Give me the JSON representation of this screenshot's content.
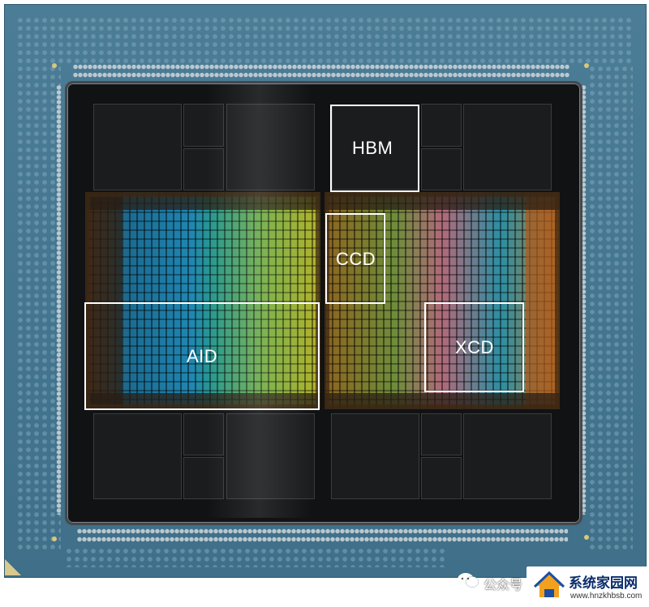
{
  "labels": {
    "hbm": "HBM",
    "ccd": "CCD",
    "aid": "AID",
    "xcd": "XCD"
  },
  "watermark": {
    "channel_text": "公众号",
    "site_title": "系统家园网",
    "site_url": "www.hnzkhbsb.com"
  },
  "colors": {
    "substrate": "#457690",
    "lid": "#101214",
    "label": "#ffffff"
  }
}
